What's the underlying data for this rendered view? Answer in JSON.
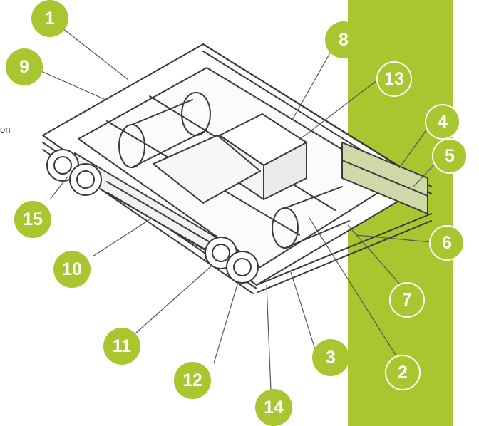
{
  "fragment_text": "on",
  "colors": {
    "accent": "#a7c62f",
    "line": "#3a3a3a",
    "badge_text": "#ffffff"
  },
  "callouts": [
    "1",
    "2",
    "3",
    "4",
    "5",
    "6",
    "7",
    "8",
    "9",
    "10",
    "11",
    "12",
    "13",
    "14",
    "15"
  ]
}
